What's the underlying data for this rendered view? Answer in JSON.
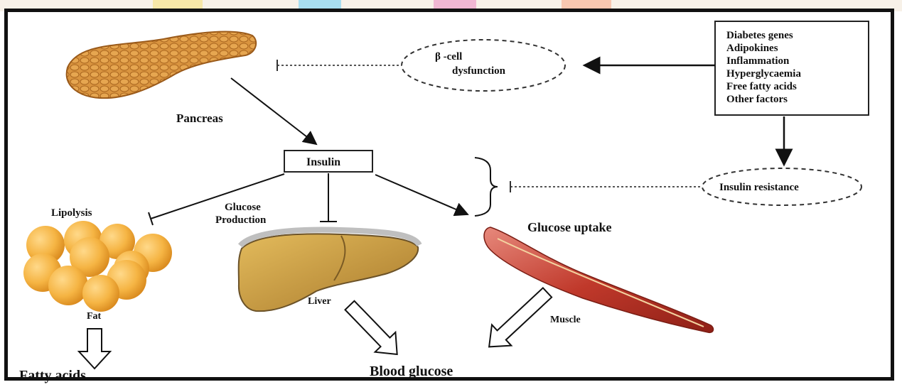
{
  "labels": {
    "pancreas": "Pancreas",
    "beta_cell_line1": "β -cell",
    "beta_cell_line2": "dysfunction",
    "insulin": "Insulin",
    "insulin_resistance": "Insulin resistance",
    "lipolysis": "Lipolysis",
    "glucose_production_line1": "Glucose",
    "glucose_production_line2": "Production",
    "glucose_uptake": "Glucose uptake",
    "fat": "Fat",
    "liver": "Liver",
    "muscle": "Muscle",
    "fatty_acids": "Fatty acids",
    "blood_glucose": "Blood glucose"
  },
  "factors": [
    "Diabetes genes",
    "Adipokines",
    "Inflammation",
    "Hyperglycaemia",
    "Free fatty acids",
    "Other factors"
  ],
  "colors": {
    "pancreas": "#d9943f",
    "fat": "#f5b443",
    "liver": "#c99a3c",
    "muscle": "#c0392b"
  }
}
